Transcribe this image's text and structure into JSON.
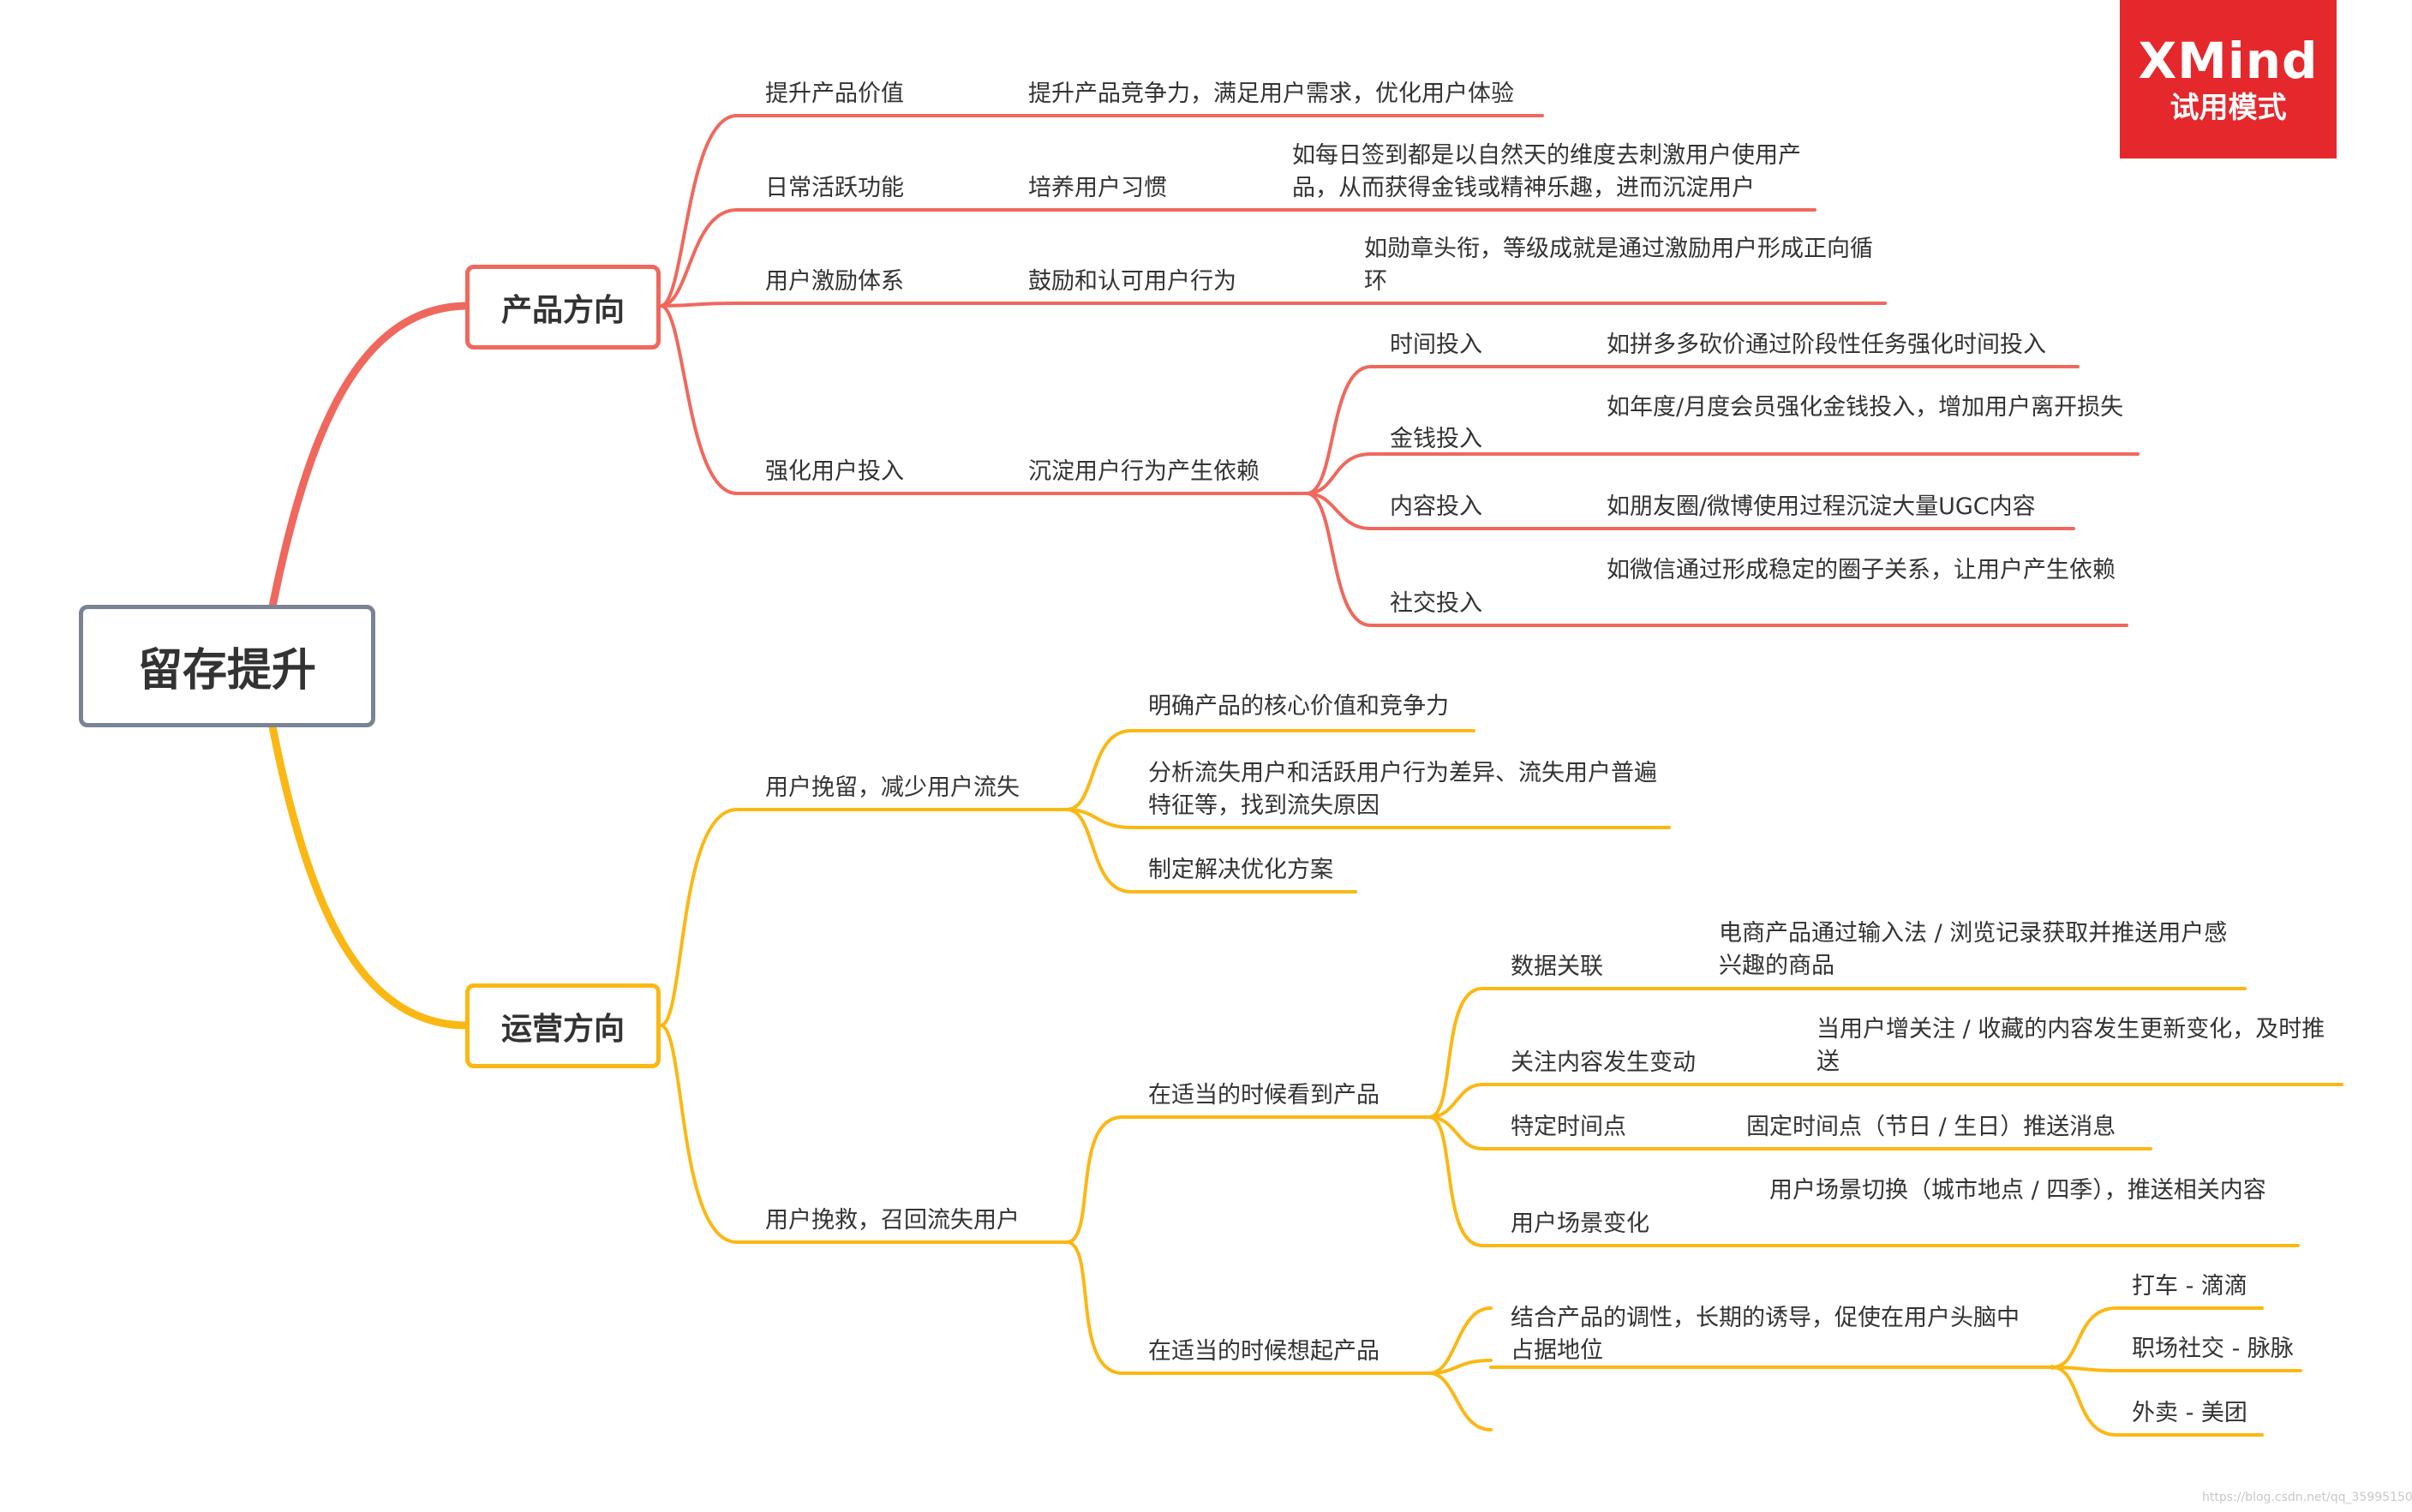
{
  "central": "留存提升",
  "badge": {
    "brand": "XMind",
    "mode": "试用模式"
  },
  "watermark": "https://blog.csdn.net/qq_35995150",
  "colors": {
    "product": "#f0685d",
    "operation": "#fbb814",
    "central_border": "#7a8394",
    "badge": "#e5282c",
    "text": "#333333"
  },
  "product": {
    "title": "产品方向",
    "items": [
      {
        "label": "提升产品价值",
        "detail": "提升产品竞争力，满足用户需求，优化用户体验"
      },
      {
        "label": "日常活跃功能",
        "detail": "培养用户习惯",
        "note": "如每日签到都是以自然天的维度去刺激用户使用产品，从而获得金钱或精神乐趣，进而沉淀用户"
      },
      {
        "label": "用户激励体系",
        "detail": "鼓励和认可用户行为",
        "note": "如勋章头衔，等级成就是通过激励用户形成正向循环"
      },
      {
        "label": "强化用户投入",
        "detail": "沉淀用户行为产生依赖",
        "children": [
          {
            "label": "时间投入",
            "detail": "如拼多多砍价通过阶段性任务强化时间投入"
          },
          {
            "label": "金钱投入",
            "detail": "如年度/月度会员强化金钱投入，增加用户离开损失"
          },
          {
            "label": "内容投入",
            "detail": "如朋友圈/微博使用过程沉淀大量UGC内容"
          },
          {
            "label": "社交投入",
            "detail": "如微信通过形成稳定的圈子关系，让用户产生依赖"
          }
        ]
      }
    ]
  },
  "operation": {
    "title": "运营方向",
    "retain": {
      "label": "用户挽留，减少用户流失",
      "items": [
        "明确产品的核心价值和竞争力",
        "分析流失用户和活跃用户行为差异、流失用户普遍特征等，找到流失原因",
        "制定解决优化方案"
      ]
    },
    "recall": {
      "label": "用户挽救，召回流失用户",
      "see": {
        "label": "在适当的时候看到产品",
        "items": [
          {
            "label": "数据关联",
            "detail": "电商产品通过输入法 / 浏览记录获取并推送用户感兴趣的商品"
          },
          {
            "label": "关注内容发生变动",
            "detail": "当用户增关注 / 收藏的内容发生更新变化，及时推送"
          },
          {
            "label": "特定时间点",
            "detail": "固定时间点（节日 / 生日）推送消息"
          },
          {
            "label": "用户场景变化",
            "detail": "用户场景切换（城市地点 / 四季），推送相关内容"
          }
        ]
      },
      "recall_mind": {
        "label": "在适当的时候想起产品",
        "detail": "结合产品的调性，长期的诱导，促使在用户头脑中占据地位",
        "examples": [
          "打车 - 滴滴",
          "职场社交 - 脉脉",
          "外卖 - 美团"
        ]
      }
    }
  }
}
